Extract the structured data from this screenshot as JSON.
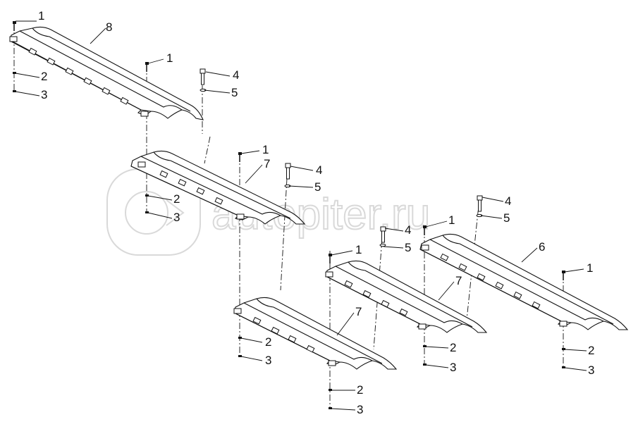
{
  "watermark": {
    "text": "autopiter.ru",
    "logo_icon": "autopiter-logo-icon"
  },
  "callouts": [
    {
      "id": "c1a",
      "label": "1"
    },
    {
      "id": "c8",
      "label": "8"
    },
    {
      "id": "c2a",
      "label": "2"
    },
    {
      "id": "c3a",
      "label": "3"
    },
    {
      "id": "c1b",
      "label": "1"
    },
    {
      "id": "c4a",
      "label": "4"
    },
    {
      "id": "c5a",
      "label": "5"
    },
    {
      "id": "c1c",
      "label": "1"
    },
    {
      "id": "c7a",
      "label": "7"
    },
    {
      "id": "c4b",
      "label": "4"
    },
    {
      "id": "c5b",
      "label": "5"
    },
    {
      "id": "c2b",
      "label": "2"
    },
    {
      "id": "c3b",
      "label": "3"
    },
    {
      "id": "c4c",
      "label": "4"
    },
    {
      "id": "c5c",
      "label": "5"
    },
    {
      "id": "c1d",
      "label": "1"
    },
    {
      "id": "c4d",
      "label": "4"
    },
    {
      "id": "c5d",
      "label": "5"
    },
    {
      "id": "c1e",
      "label": "1"
    },
    {
      "id": "c6",
      "label": "6"
    },
    {
      "id": "c7b",
      "label": "7"
    },
    {
      "id": "c1f",
      "label": "1"
    },
    {
      "id": "c7c",
      "label": "7"
    },
    {
      "id": "c2c",
      "label": "2"
    },
    {
      "id": "c3c",
      "label": "3"
    },
    {
      "id": "c2d",
      "label": "2"
    },
    {
      "id": "c3d",
      "label": "3"
    },
    {
      "id": "c2e",
      "label": "2"
    },
    {
      "id": "c3e",
      "label": "3"
    },
    {
      "id": "c2f",
      "label": "2"
    },
    {
      "id": "c3f",
      "label": "3"
    }
  ]
}
